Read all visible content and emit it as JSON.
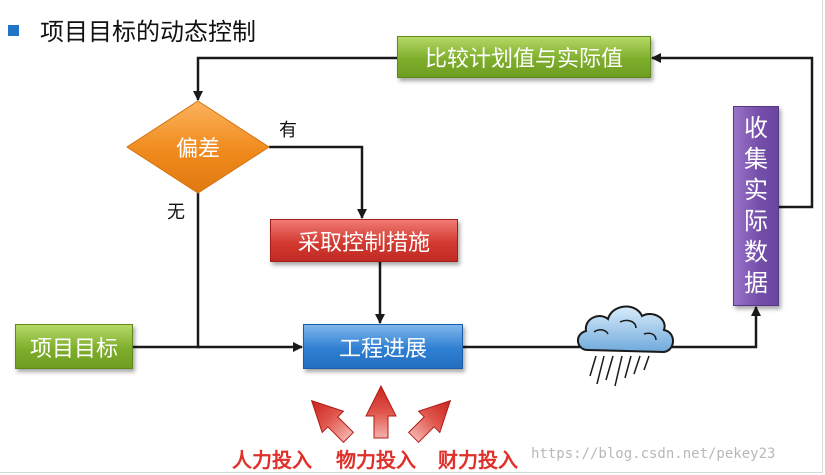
{
  "slide": {
    "title": "项目目标的动态控制"
  },
  "nodes": {
    "compare": "比较计划值与实际值",
    "deviation": "偏差",
    "measures": "采取控制措施",
    "progress": "工程进展",
    "goal": "项目目标",
    "collect": [
      "收",
      "集",
      "实",
      "际",
      "数",
      "据"
    ]
  },
  "edges": {
    "yes": "有",
    "no": "无"
  },
  "inputs": {
    "human": "人力投入",
    "material": "物力投入",
    "finance": "财力投入"
  },
  "watermark": "https://blog.csdn.net/pekey23",
  "colors": {
    "green": "#7fae2c",
    "orange": "#f08a1c",
    "red": "#d33a31",
    "blue": "#2f7fd2",
    "purple": "#7550aa",
    "input_text": "#e0302a",
    "bullet": "#1f74c5"
  }
}
